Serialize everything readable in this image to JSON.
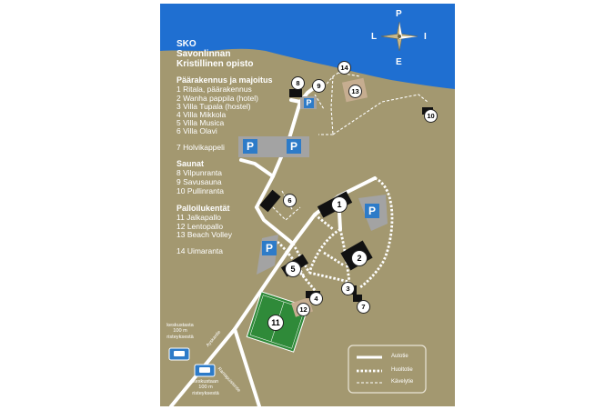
{
  "title_lines": [
    "SKO",
    "Savonlinnan",
    "Kristillinen opisto"
  ],
  "sections": [
    {
      "heading": "Päärakennus ja majoitus",
      "items": [
        "1  Ritala, päärakennus",
        "2  Wanha pappila (hotel)",
        "3  Villa Tupala (hostel)",
        "4  Villa Mikkola",
        "5  Villa Musica",
        "6  Villa Olavi"
      ]
    },
    {
      "heading": "",
      "items": [
        "7  Holvikappeli"
      ]
    },
    {
      "heading": "Saunat",
      "items": [
        "8  Vilpunranta",
        "9  Savusauna",
        "10  Pullinranta"
      ]
    },
    {
      "heading": "Palloilukentät",
      "items": [
        "11  Jalkapallo",
        "12  Lentopallo",
        "13  Beach Volley"
      ]
    },
    {
      "heading": "",
      "items": [
        "14  Uimaranta"
      ]
    }
  ],
  "compass": {
    "north": "P",
    "west": "L",
    "east": "I",
    "south": "E"
  },
  "markers": [
    "1",
    "2",
    "3",
    "4",
    "5",
    "6",
    "7",
    "8",
    "9",
    "10",
    "11",
    "12",
    "13",
    "14"
  ],
  "parking_label": "P",
  "city_center_top": [
    "keskustasta",
    "100 m",
    "risteyksestä"
  ],
  "city_center_bottom": [
    "keskustaan",
    "100 m",
    "risteyksestä"
  ],
  "road_label_1": "Ayskantie",
  "road_label_2": "Rantapuistontie",
  "legend": {
    "autotie": "Autotie",
    "huoltotie": "Huoltotie",
    "kavelytie": "Kävelytie"
  },
  "colors": {
    "water": "#1f6fd1",
    "land": "#a39870",
    "road": "#ffffff",
    "field": "#2f8a39",
    "parking": "#a3a3a3",
    "parking_sign": "#2d7bc8",
    "sand": "#c6ad90"
  }
}
